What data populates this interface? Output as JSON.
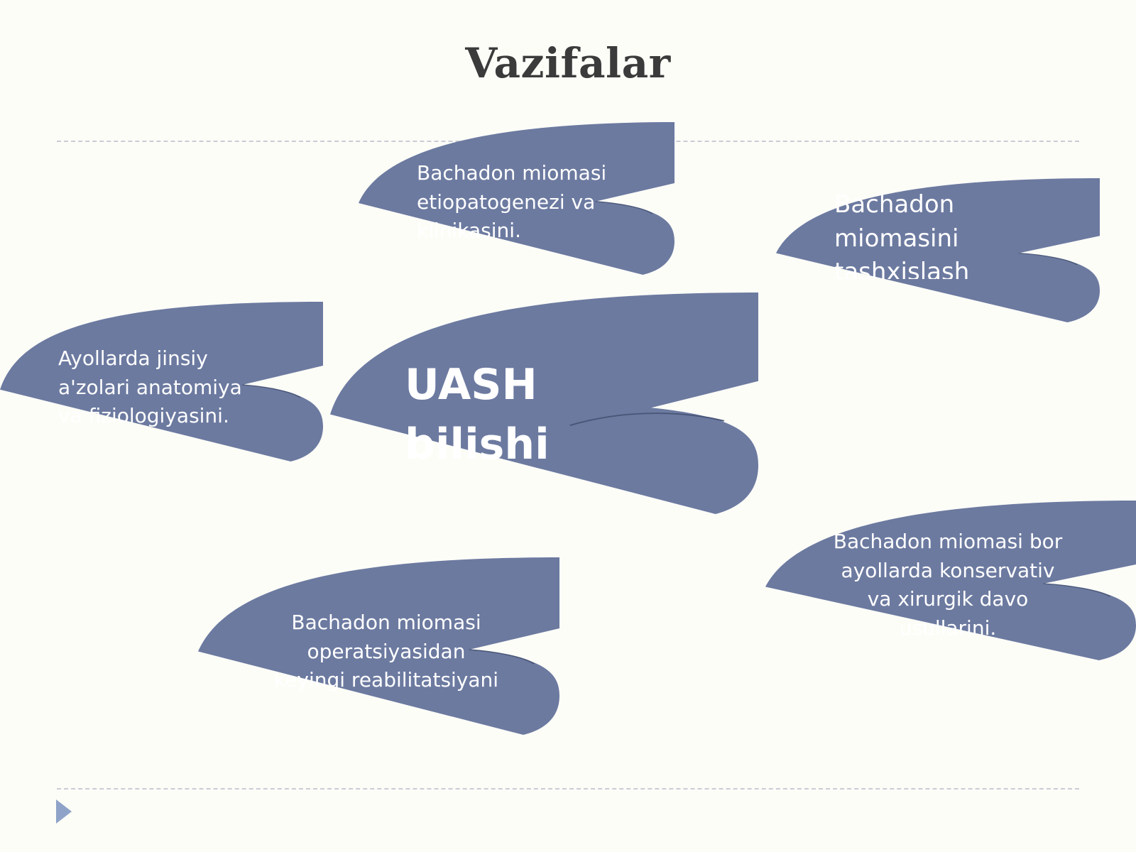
{
  "slide": {
    "title": "Vazifalar",
    "shape_color": "#6c7aa0",
    "center": {
      "text": "UASH bilishi kerak:"
    },
    "items": [
      {
        "text": "Bachadon miomasi etiopatogenezi va klinikasini."
      },
      {
        "text": "Bachadon miomasini tashxislash"
      },
      {
        "text": "Ayollarda jinsiy a'zolari anatomiya va fiziologiyasini."
      },
      {
        "text": "Bachadon miomasi bor ayollarda konservativ va xirurgik davo usullarini."
      },
      {
        "text": "Bachadon miomasi operatsiyasidan keyingi reabilitatsiyani"
      }
    ]
  }
}
